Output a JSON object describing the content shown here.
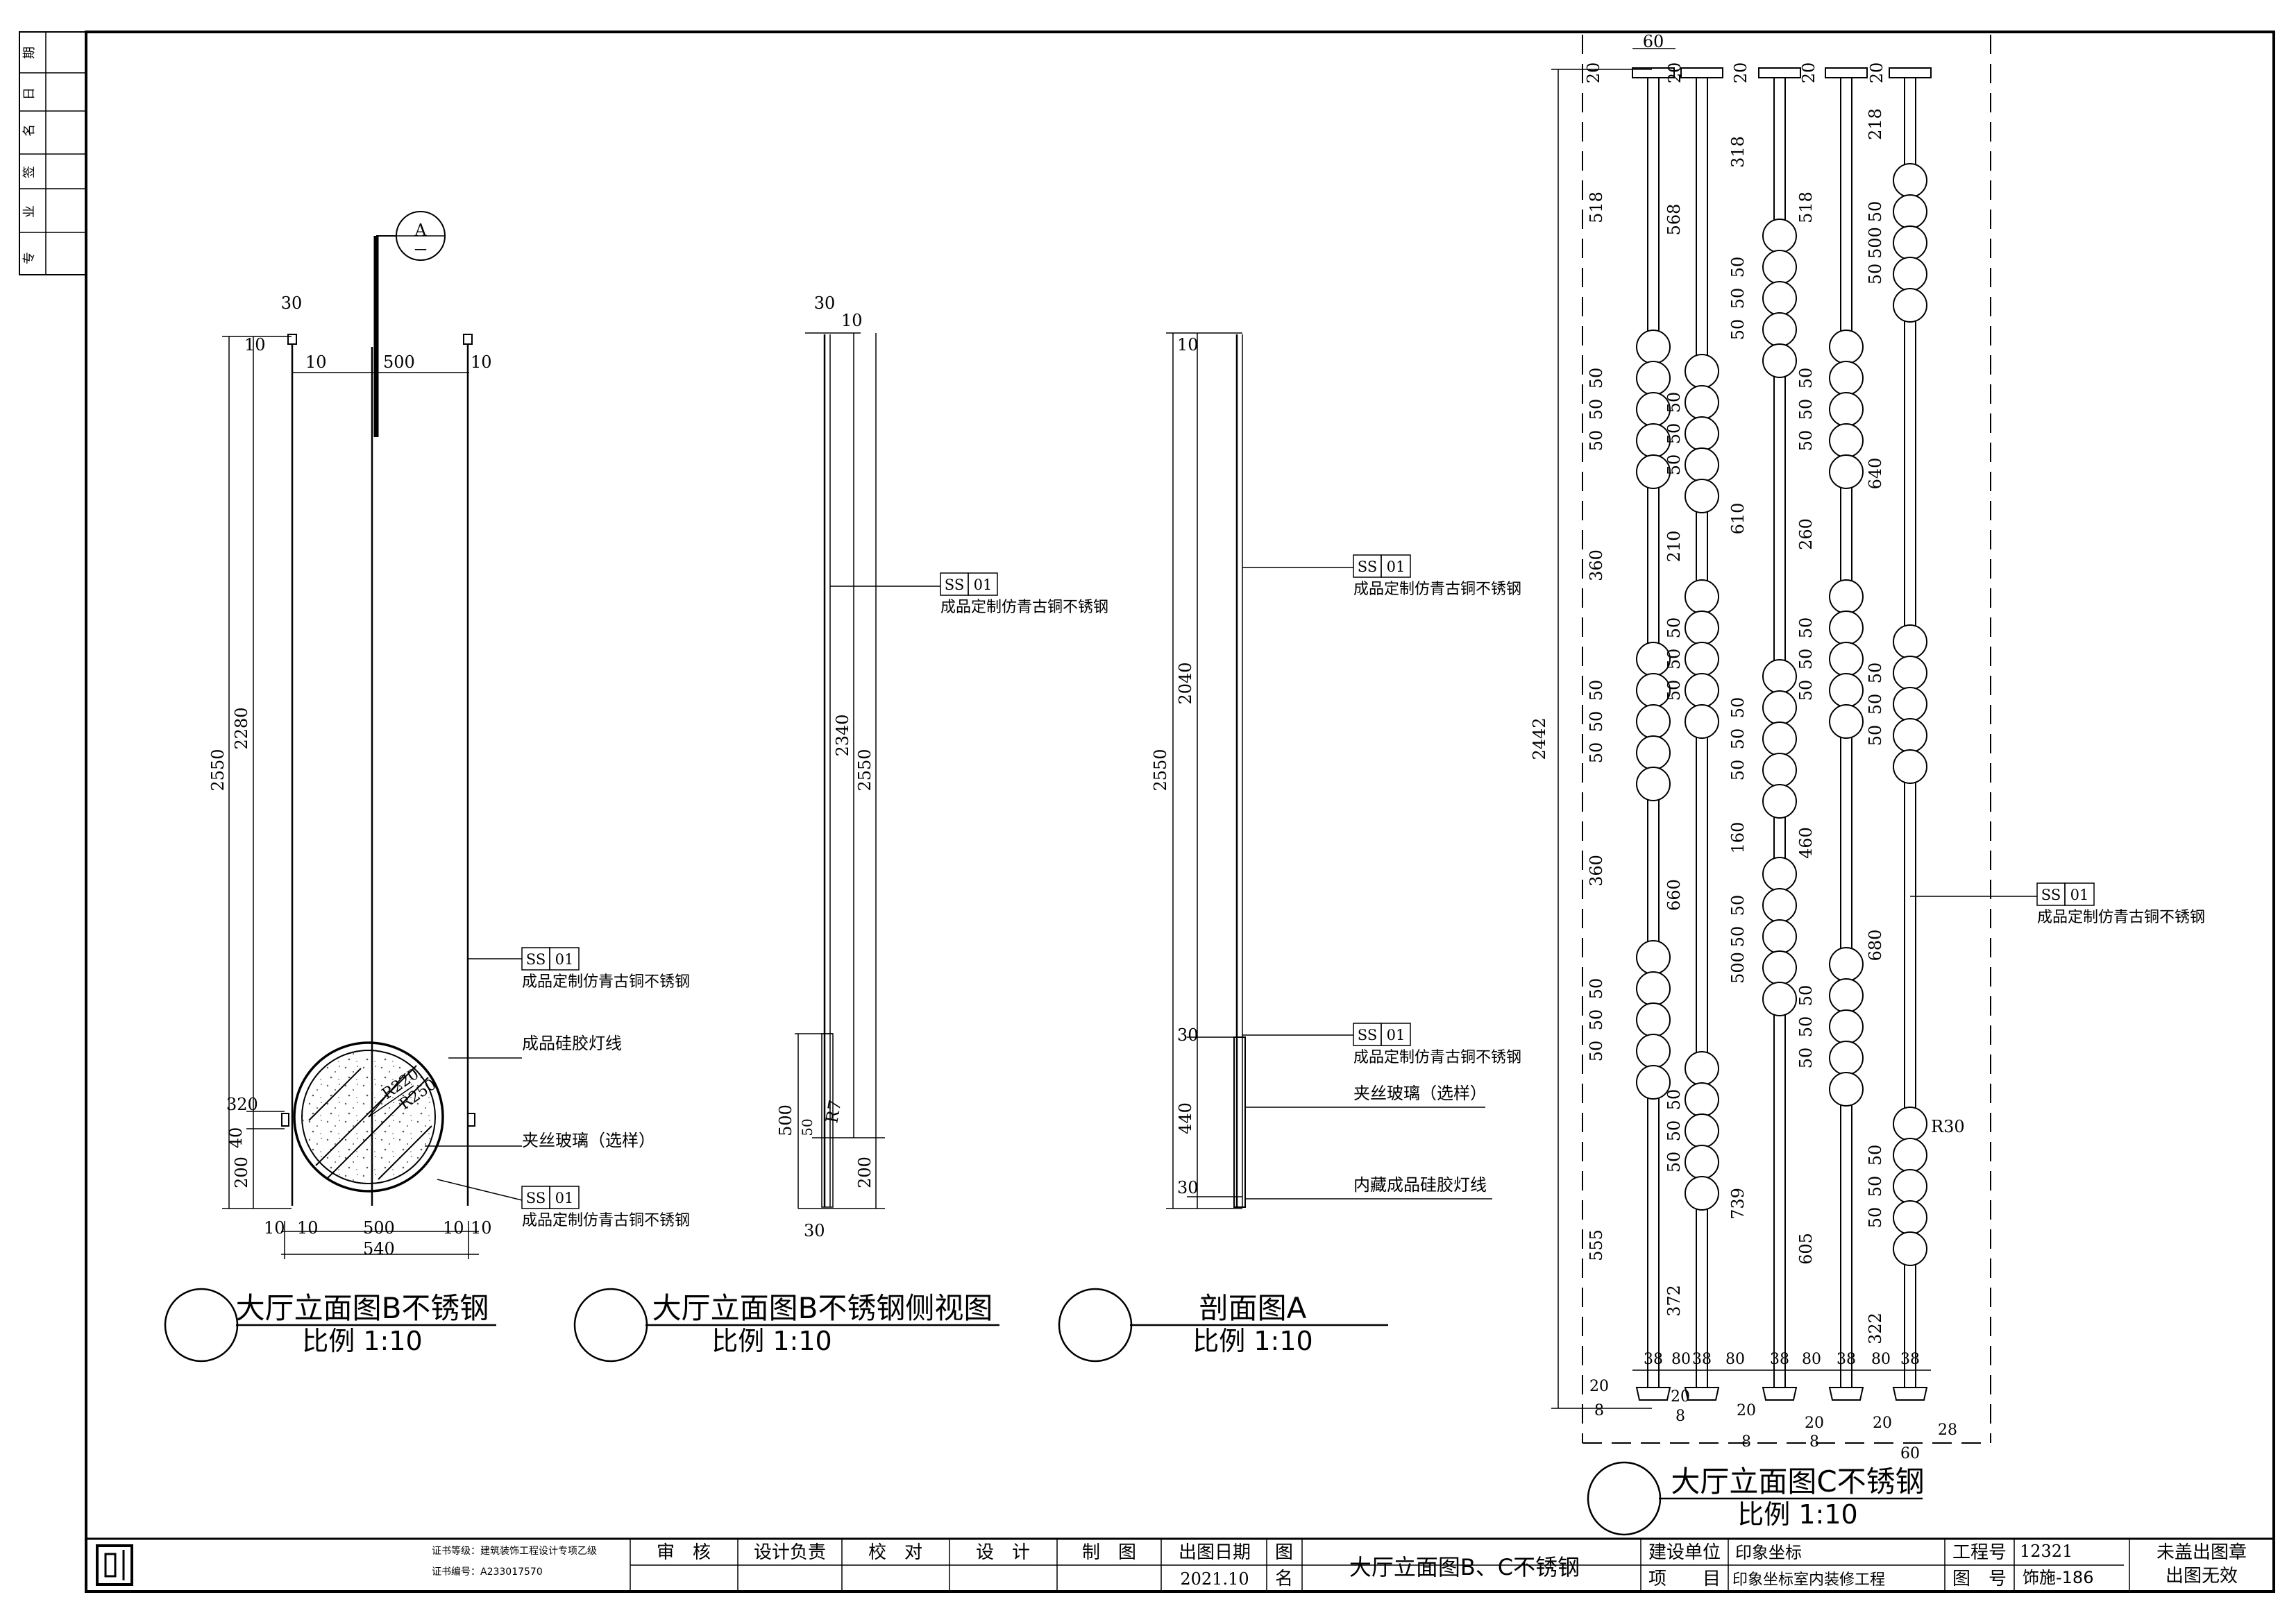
{
  "left_strip": {
    "labels": [
      "专",
      "业",
      "签",
      "名",
      "日",
      "期"
    ]
  },
  "material_tag": {
    "code": "SS",
    "num": "01",
    "desc": "成品定制仿青古铜不锈钢"
  },
  "view_b": {
    "callout": {
      "letter": "A",
      "sub": "一"
    },
    "dims_top": [
      "30",
      "10",
      "10",
      "500",
      "10"
    ],
    "dims_left": [
      "10",
      "2550",
      "2280",
      "320",
      "40",
      "200"
    ],
    "dims_bottom": [
      "10",
      "10",
      "500",
      "10",
      "10",
      "540"
    ],
    "radii": [
      "R220",
      "R250"
    ],
    "notes": [
      "成品硅胶灯线",
      "夹丝玻璃（选样）"
    ],
    "title": "大厅立面图B不锈钢",
    "scale": "比例 1:10"
  },
  "view_side": {
    "dims": [
      "30",
      "10",
      "2340",
      "2550",
      "500",
      "50",
      "R7",
      "200",
      "30"
    ],
    "title": "大厅立面图B不锈钢侧视图",
    "scale": "比例 1:10"
  },
  "view_section": {
    "dims": [
      "10",
      "2040",
      "2550",
      "30",
      "440",
      "30"
    ],
    "notes": [
      "夹丝玻璃（选样）",
      "内藏成品硅胶灯线"
    ],
    "title": "剖面图A",
    "scale": "比例 1:10"
  },
  "view_c": {
    "dims_top": [
      "60",
      "20",
      "20",
      "20",
      "20",
      "20"
    ],
    "overall": "2442",
    "col1": [
      "518",
      "50",
      "50",
      "50",
      "360",
      "50",
      "50",
      "50",
      "360",
      "50",
      "50",
      "50",
      "555"
    ],
    "col2": [
      "568",
      "50",
      "50",
      "50",
      "210",
      "50",
      "50",
      "50",
      "660",
      "50",
      "50",
      "50",
      "372"
    ],
    "col3": [
      "318",
      "50",
      "50",
      "50",
      "610",
      "50",
      "50",
      "50",
      "160",
      "50",
      "50",
      "500",
      "739"
    ],
    "col4": [
      "518",
      "50",
      "50",
      "50",
      "260",
      "50",
      "50",
      "50",
      "460",
      "50",
      "50",
      "50",
      "605"
    ],
    "col5": [
      "218",
      "50",
      "500",
      "50",
      "640",
      "50",
      "50",
      "50",
      "680",
      "50",
      "50",
      "50",
      "322"
    ],
    "bottom_widths": [
      "38",
      "80",
      "38",
      "80",
      "38",
      "80",
      "38",
      "80",
      "38"
    ],
    "bottom_small": [
      "20",
      "8",
      "20",
      "8",
      "20",
      "8",
      "20",
      "8",
      "20",
      "60",
      "28"
    ],
    "radius": "R30",
    "title": "大厅立面图C不锈钢",
    "scale": "比例 1:10"
  },
  "title_block": {
    "cert_level": "证书等级：建筑装饰工程设计专项乙级",
    "cert_no": "证书编号：A233017570",
    "roles": [
      "审　核",
      "设计负责",
      "校　对",
      "设　计",
      "制　图"
    ],
    "date_label": "出图日期",
    "date": "2021.10",
    "drawing_name_label": [
      "图",
      "名"
    ],
    "drawing_name": "大厅立面图B、C不锈钢",
    "client_label": "建设单位",
    "client": "印象坐标",
    "project_label": "项　　目",
    "project": "印象坐标室内装修工程",
    "job_no_label": "工程号",
    "job_no": "12321",
    "sheet_no_label": "图　号",
    "sheet_no": "饰施-186",
    "stamp_note": [
      "未盖出图章",
      "出图无效"
    ]
  }
}
